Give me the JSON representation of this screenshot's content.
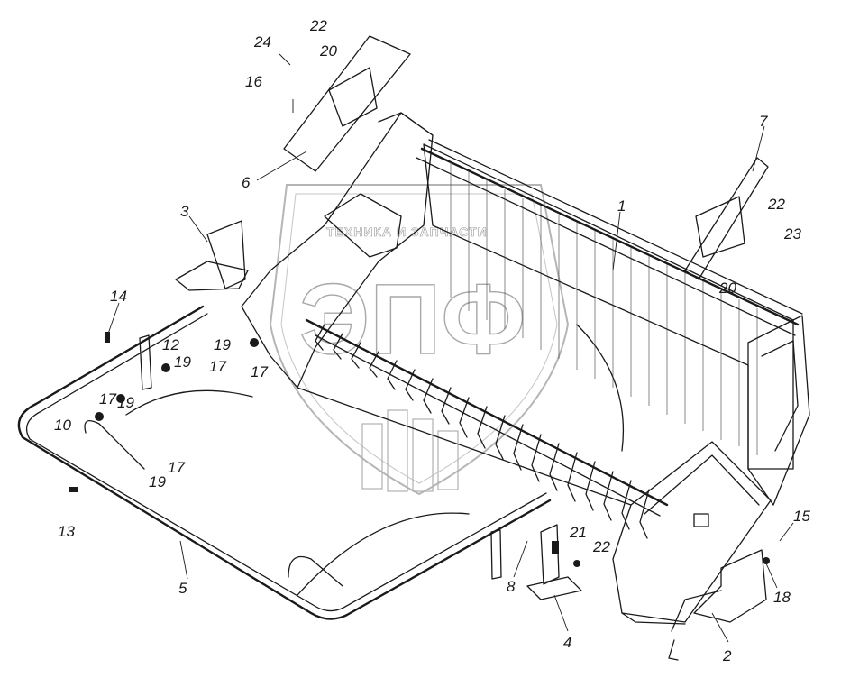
{
  "watermark": {
    "caption": "ТЕХНИКА И ЗАПЧАСТИ",
    "letters": "ЭПФ"
  },
  "callouts": [
    {
      "id": "c1",
      "text": "1"
    },
    {
      "id": "c2",
      "text": "2"
    },
    {
      "id": "c3",
      "text": "3"
    },
    {
      "id": "c4",
      "text": "4"
    },
    {
      "id": "c5",
      "text": "5"
    },
    {
      "id": "c6",
      "text": "6"
    },
    {
      "id": "c7",
      "text": "7"
    },
    {
      "id": "c8",
      "text": "8"
    },
    {
      "id": "c10",
      "text": "10"
    },
    {
      "id": "c12",
      "text": "12"
    },
    {
      "id": "c13",
      "text": "13"
    },
    {
      "id": "c14",
      "text": "14"
    },
    {
      "id": "c15",
      "text": "15"
    },
    {
      "id": "c16",
      "text": "16"
    },
    {
      "id": "c17a",
      "text": "17"
    },
    {
      "id": "c17b",
      "text": "17"
    },
    {
      "id": "c17c",
      "text": "17"
    },
    {
      "id": "c17d",
      "text": "17"
    },
    {
      "id": "c18",
      "text": "18"
    },
    {
      "id": "c19a",
      "text": "19"
    },
    {
      "id": "c19b",
      "text": "19"
    },
    {
      "id": "c19c",
      "text": "19"
    },
    {
      "id": "c19d",
      "text": "19"
    },
    {
      "id": "c20a",
      "text": "20"
    },
    {
      "id": "c20b",
      "text": "20"
    },
    {
      "id": "c21",
      "text": "21"
    },
    {
      "id": "c22a",
      "text": "22"
    },
    {
      "id": "c22b",
      "text": "22"
    },
    {
      "id": "c22c",
      "text": "22"
    },
    {
      "id": "c23",
      "text": "23"
    },
    {
      "id": "c24",
      "text": "24"
    }
  ]
}
